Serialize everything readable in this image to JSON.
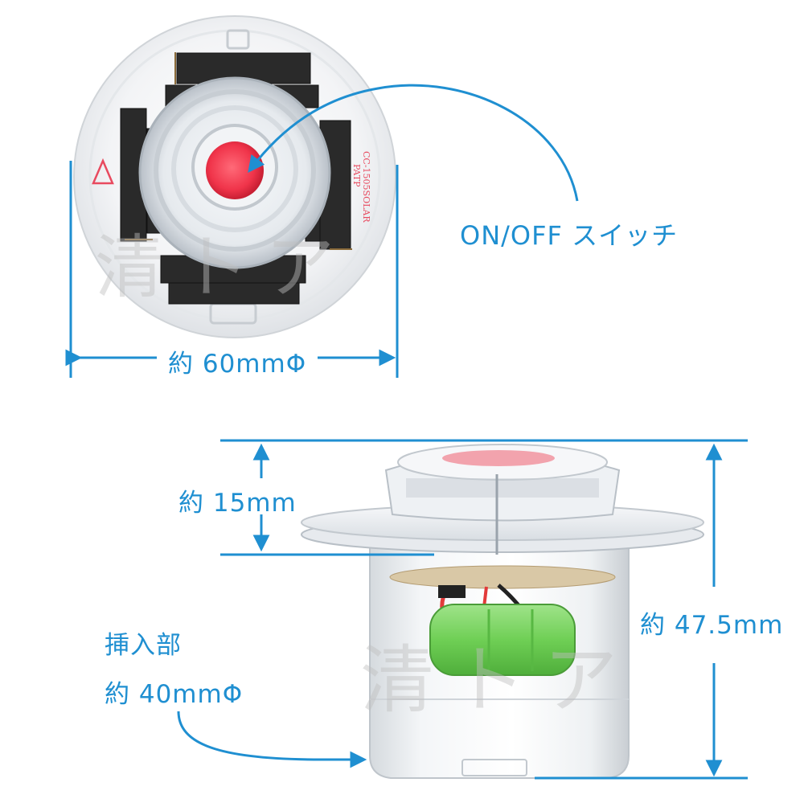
{
  "labels": {
    "switch": "ON/OFF スイッチ",
    "top_diameter": "約 60mmΦ",
    "cap_height": "約 15mm",
    "total_height": "約 47.5mm",
    "insert_part": "挿入部",
    "insert_diameter": "約 40mmΦ"
  },
  "product_marking": "CC-1505SOLAR\nPATP",
  "watermark": "清トア",
  "colors": {
    "annotation": "#1f8fd1",
    "button_red": "#f0344a",
    "battery_green": "#6fcf55"
  }
}
